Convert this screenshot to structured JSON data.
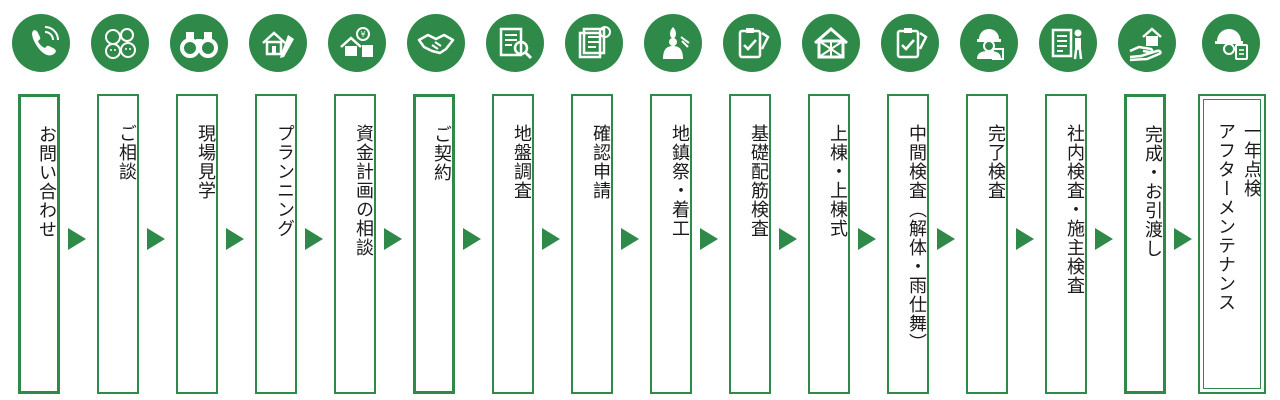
{
  "steps": [
    {
      "label": "お問い合わせ",
      "icon": "phone-icon"
    },
    {
      "label": "ご相談",
      "icon": "speech-bubbles-icon"
    },
    {
      "label": "現場見学",
      "icon": "binoculars-icon"
    },
    {
      "label": "プランニング",
      "icon": "house-pencil-icon"
    },
    {
      "label": "資金計画の相談",
      "icon": "money-house-icon"
    },
    {
      "label": "ご契約",
      "icon": "handshake-icon"
    },
    {
      "label": "地盤調査",
      "icon": "document-search-icon"
    },
    {
      "label": "確認申請",
      "icon": "stamped-document-icon"
    },
    {
      "label": "地鎮祭・着工",
      "icon": "shinto-priest-icon"
    },
    {
      "label": "基礎配筋検査",
      "icon": "clipboard-check-icon"
    },
    {
      "label": "上棟・上棟式",
      "icon": "house-frame-icon"
    },
    {
      "label": "中間検査（解体・雨仕舞）",
      "icon": "clipboard-check-icon"
    },
    {
      "label": "完了検査",
      "icon": "worker-helmet-icon"
    },
    {
      "label": "社内検査・施主検査",
      "icon": "person-document-icon"
    },
    {
      "label": "完成・お引渡し",
      "icon": "house-in-hand-icon"
    },
    {
      "label": "一年点検\nアフターメンテナンス",
      "icon": "helmet-checklist-icon"
    }
  ],
  "colors": {
    "accent": "#2f8a4a"
  }
}
